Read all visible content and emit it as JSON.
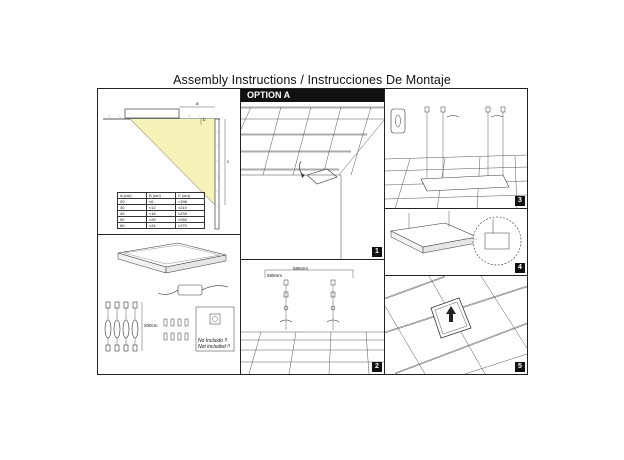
{
  "document": {
    "title": "Assembly Instructions / Instrucciones De Montaje"
  },
  "option_header": "OPTION A",
  "step_numbers": [
    "1",
    "2",
    "3",
    "4",
    "5"
  ],
  "dimension_labels": {
    "a": "a",
    "b": "b",
    "c": "c"
  },
  "dimension_table": {
    "headers": [
      "A (cm)",
      "B (cm)",
      "C (cm)"
    ],
    "rows": [
      [
        "20",
        "≈6",
        "≈196"
      ],
      [
        "30",
        "≈12",
        "≈210"
      ],
      [
        "40",
        "≈16",
        "≈230"
      ],
      [
        "50",
        "≈20",
        "≈260"
      ],
      [
        "60",
        "≈24",
        "≈270"
      ]
    ]
  },
  "parts": {
    "cable_length": "200cm",
    "not_included_1": "No Incluido !!",
    "not_included_2": "Not included !!"
  },
  "step2": {
    "dim_width": "585mm",
    "dim_small": "585mm"
  },
  "colors": {
    "light_cone": "#f6f3b8",
    "header_bg": "#111111"
  }
}
